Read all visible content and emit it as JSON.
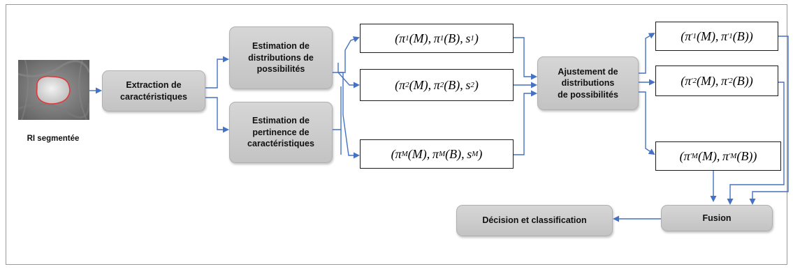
{
  "image_caption": "RI segmentée",
  "boxes": {
    "extraction": [
      "Extraction de",
      "caractéristiques"
    ],
    "estimation_distributions": [
      "Estimation de",
      "distributions de",
      "possibilités"
    ],
    "estimation_pertinence": [
      "Estimation de",
      "pertinence de",
      "caractéristiques"
    ],
    "ajustement": [
      "Ajustement de",
      "distributions",
      "de possibilités"
    ],
    "fusion": "Fusion",
    "decision": "Décision et classification"
  },
  "formulas": {
    "s1": {
      "pi": "π",
      "sub": "1",
      "m": "M",
      "b": "B",
      "s": "s"
    },
    "s2": {
      "pi": "π",
      "sub": "2",
      "m": "M",
      "b": "B",
      "s": "s"
    },
    "sM": {
      "pi": "π",
      "sub": "M",
      "m": "M",
      "b": "B",
      "s": "s"
    },
    "a1": {
      "pi": "π",
      "sub": "1",
      "prime": "'",
      "m": "M",
      "b": "B"
    },
    "a2": {
      "pi": "π",
      "sub": "2",
      "prime": "'",
      "m": "M",
      "b": "B"
    },
    "aM": {
      "pi": "π",
      "sub": "M",
      "prime": "'",
      "m": "M",
      "b": "B"
    }
  },
  "colors": {
    "arrow": "#4472c4",
    "box_fill": "#cfcfcf",
    "lesion_outline": "#e0393a"
  }
}
